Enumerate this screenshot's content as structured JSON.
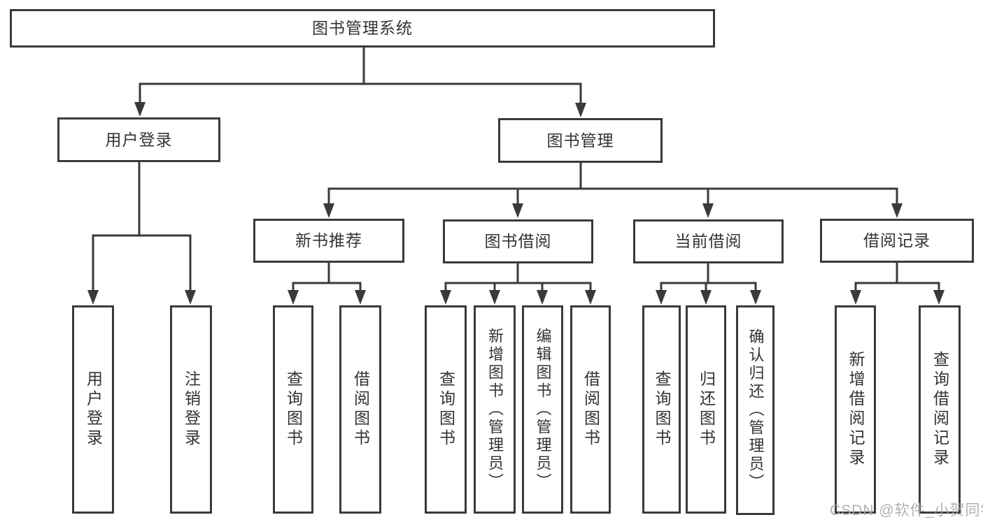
{
  "diagram": {
    "title": "图书管理系统",
    "branches": [
      {
        "label": "用户登录",
        "children": [
          {
            "label": "用户登录"
          },
          {
            "label": "注销登录"
          }
        ]
      },
      {
        "label": "图书管理",
        "children": [
          {
            "label": "新书推荐",
            "children": [
              {
                "label": "查询图书"
              },
              {
                "label": "借阅图书"
              }
            ]
          },
          {
            "label": "图书借阅",
            "children": [
              {
                "label": "查询图书"
              },
              {
                "label": "新增图书（管理员）"
              },
              {
                "label": "编辑图书（管理员）"
              },
              {
                "label": "借阅图书"
              }
            ]
          },
          {
            "label": "当前借阅",
            "children": [
              {
                "label": "查询图书"
              },
              {
                "label": "归还图书"
              },
              {
                "label": "确认归还（管理员）"
              }
            ]
          },
          {
            "label": "借阅记录",
            "children": [
              {
                "label": "新增借阅记录"
              },
              {
                "label": "查询借阅记录"
              }
            ]
          }
        ]
      }
    ]
  },
  "watermark": {
    "text": "CSDN @软件_小贺同学"
  },
  "colors": {
    "line": "#3a3a3a",
    "text": "#333333",
    "watermark": "#a8a8a8",
    "background": "#ffffff"
  }
}
